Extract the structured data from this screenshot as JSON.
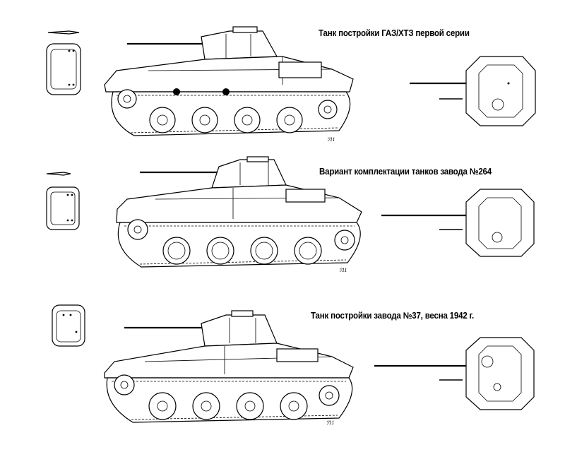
{
  "variants": [
    {
      "caption": "Танк постройки ГАЗ/ХТЗ первой серии",
      "signature": "ﾂ11",
      "wheel_style": "spoked-light"
    },
    {
      "caption": "Вариант комплектации танков завода №264",
      "signature": "ﾂ11",
      "wheel_style": "disc-pattern"
    },
    {
      "caption": "Танк постройки завода №37, весна 1942 г.",
      "signature": "ﾂ11",
      "wheel_style": "spoked-light"
    }
  ],
  "colors": {
    "line": "#000000",
    "background": "#ffffff"
  }
}
